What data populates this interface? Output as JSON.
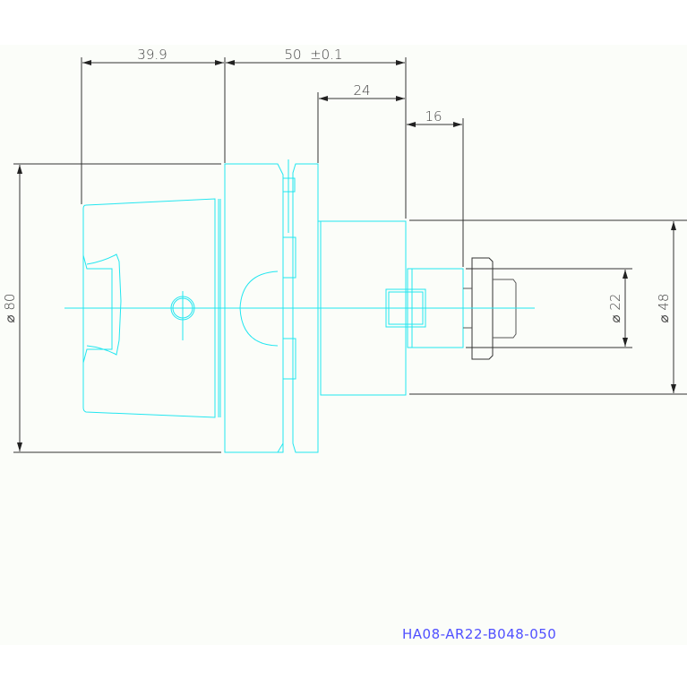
{
  "drawing": {
    "part_number": "HA08-AR22-B048-050",
    "dimensions": {
      "taper_length": "39.9",
      "gauge_length": "50  ±0.1",
      "body_length": "24",
      "stub_length": "16",
      "flange_dia": "⌀ 80",
      "body_dia": "⌀ 48",
      "arbor_dia": "⌀ 22"
    },
    "colors": {
      "outline": "#22e6f0",
      "dimension": "#333333",
      "part_number": "#5050ff"
    }
  }
}
